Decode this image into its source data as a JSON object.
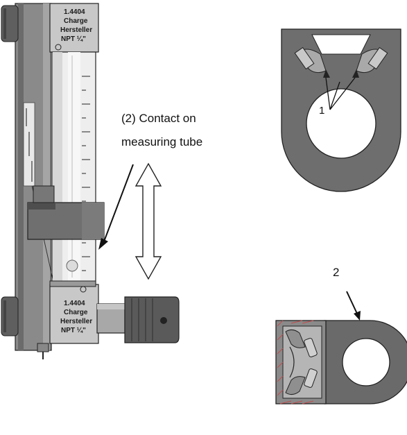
{
  "labels": {
    "contact_line1": "(2)  Contact on",
    "contact_line2": "measuring tube",
    "part_number_1": "1",
    "part_number_2": "2"
  },
  "nameplates": {
    "top": [
      "1.4404",
      "Charge",
      "Hersteller",
      "NPT ¼\""
    ],
    "bottom": [
      "1.4404",
      "Charge",
      "Hersteller",
      "NPT ¼\""
    ]
  },
  "colors": {
    "metal_dark": "#5f5f5f",
    "metal_mid": "#8a8a8a",
    "metal_light": "#b9b9b9",
    "tube_glass": "#eeeeee",
    "outline": "#222222"
  }
}
